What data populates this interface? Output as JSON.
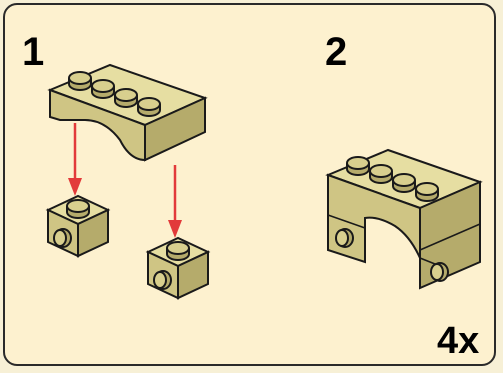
{
  "steps": [
    {
      "number": "1"
    },
    {
      "number": "2",
      "multiplier": "4x"
    }
  ],
  "colors": {
    "panel_bg": "#fdf1cf",
    "brick_tan": "#d8cf8e",
    "brick_shadow": "#b5ab6b",
    "outline": "#1a1a1a",
    "arrow": "#e23a3a"
  },
  "icons": [
    "arch-brick-icon",
    "round-brick-icon",
    "arrow-down-icon"
  ]
}
